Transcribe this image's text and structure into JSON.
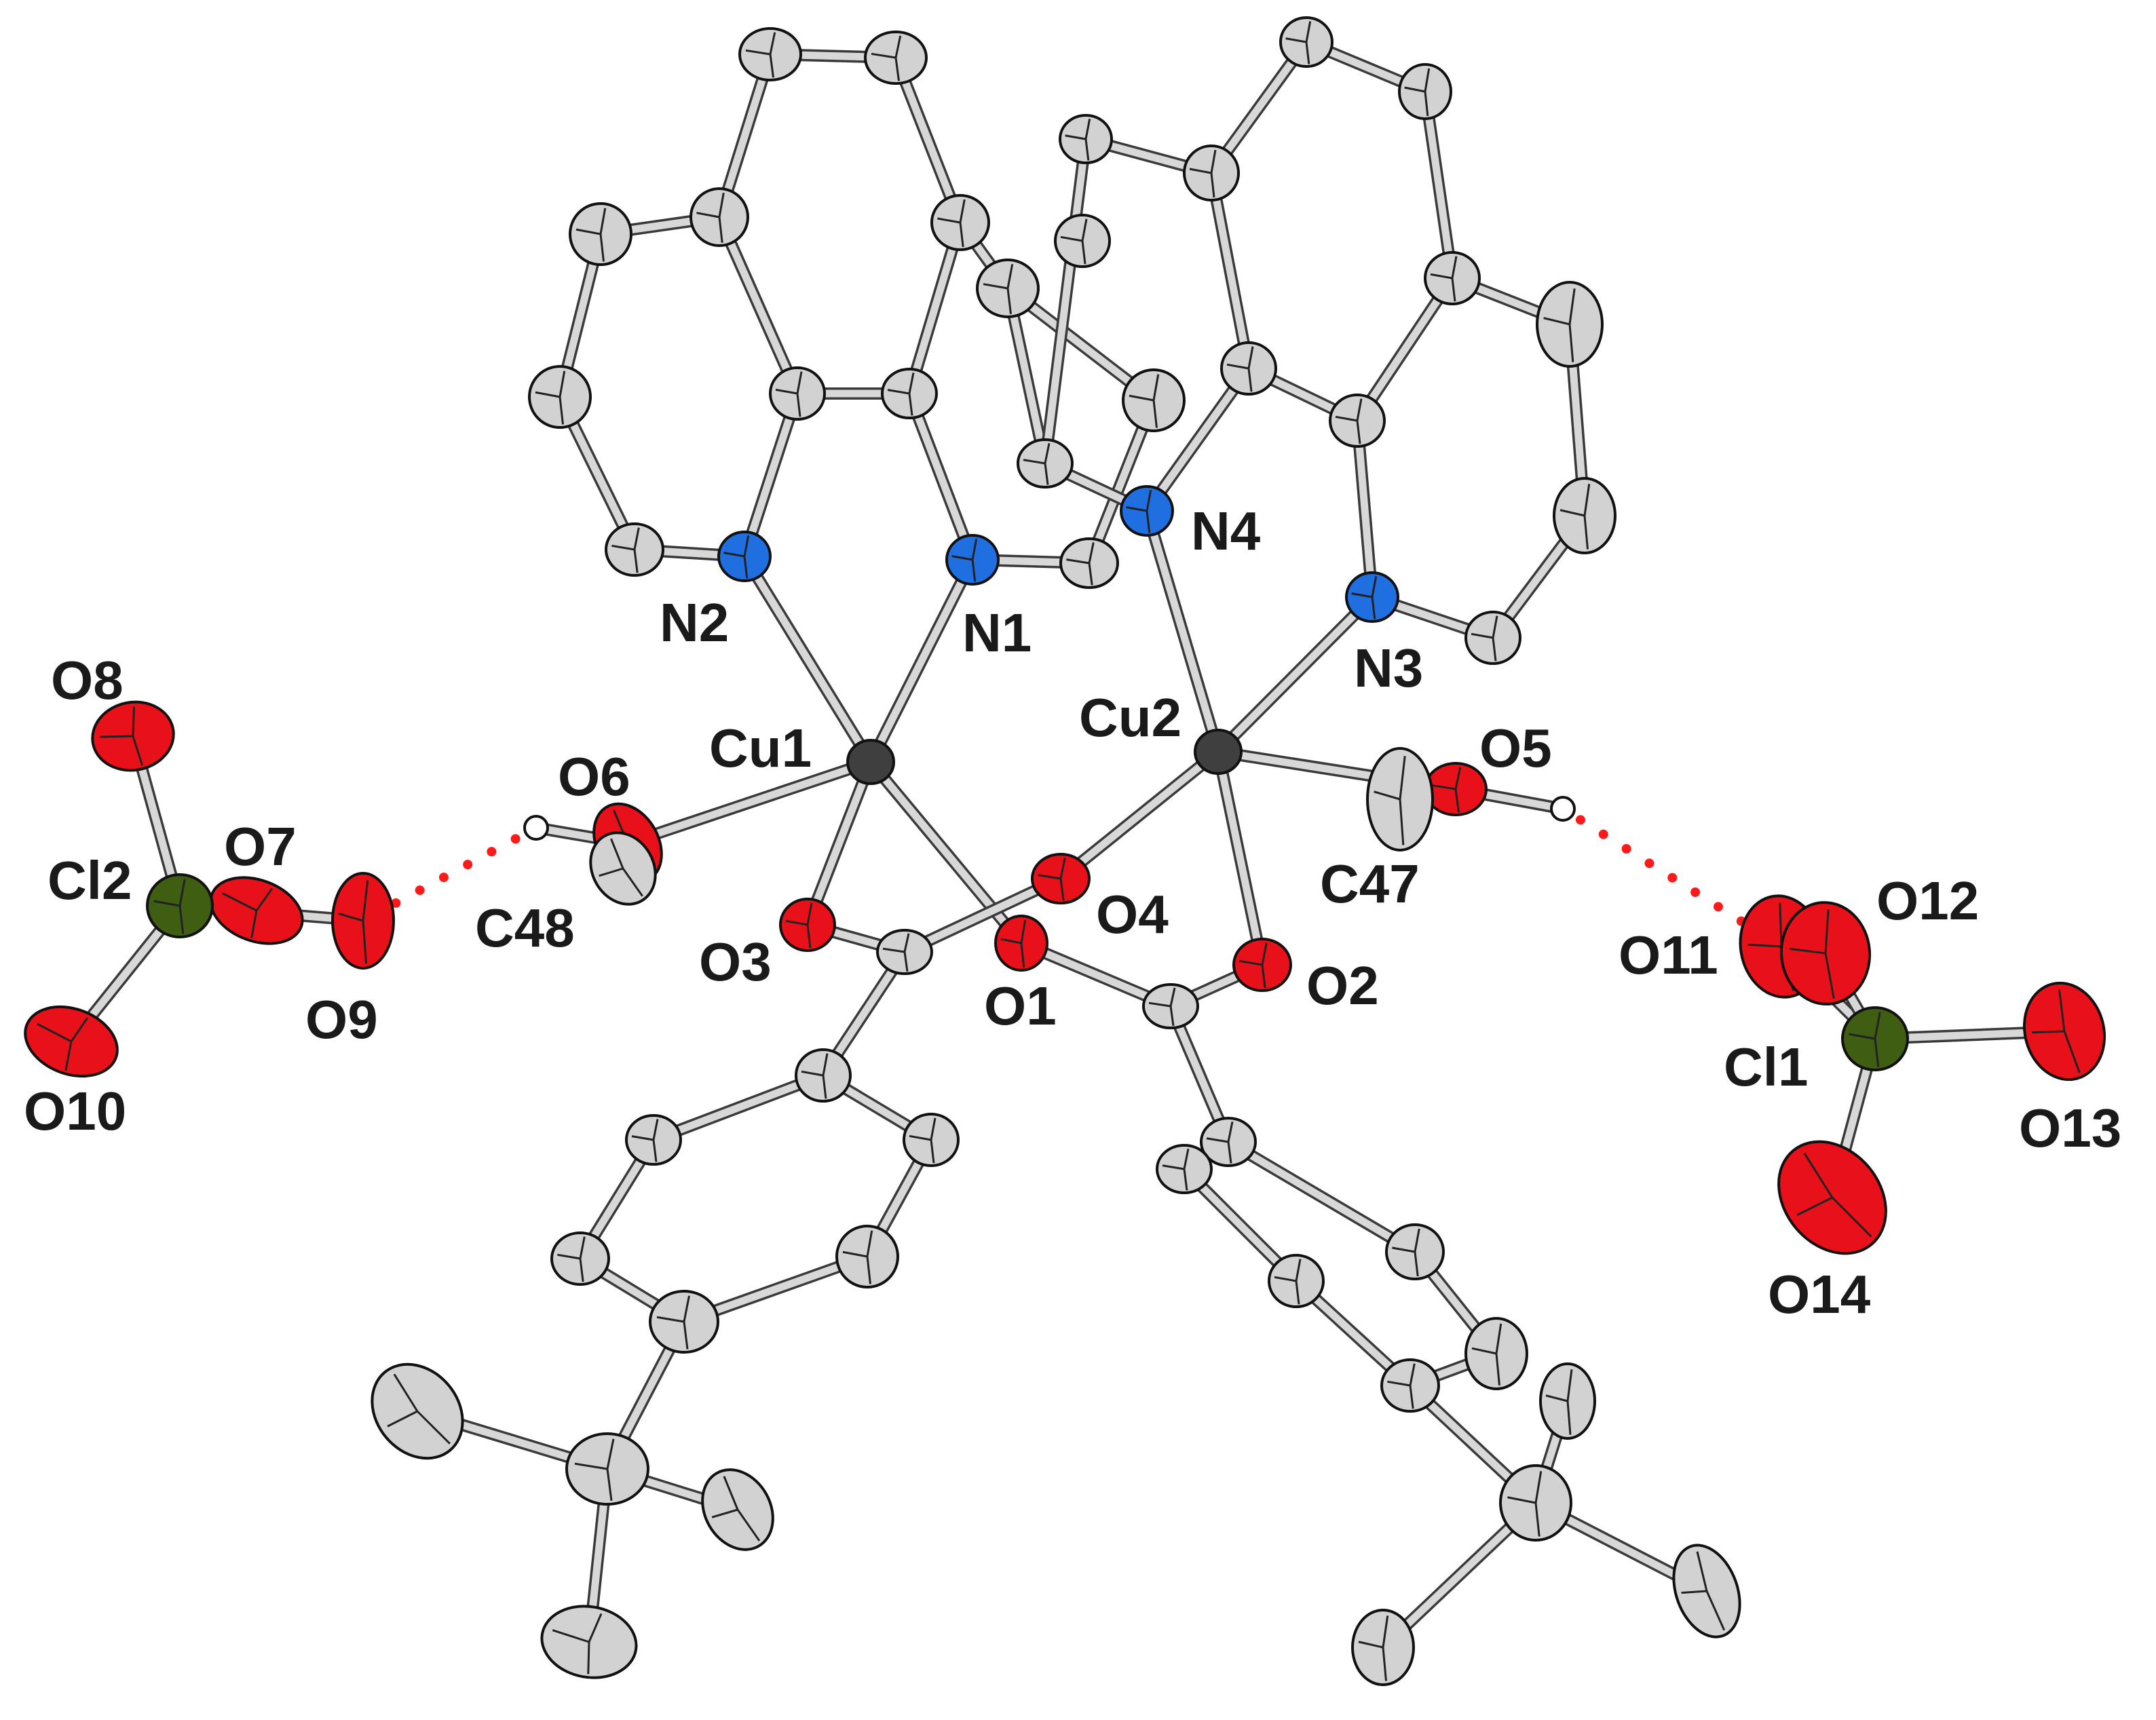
{
  "colors": {
    "C": "#d2d2d2",
    "N": "#1f6fe0",
    "O": "#e8111a",
    "Cu": "#3f3f3f",
    "Cl": "#3f5e12",
    "H": "#ffffff",
    "bond_fill": "#d8d8d8",
    "hbond": "#ff1a1a"
  },
  "labels": {
    "N1": "N1",
    "N2": "N2",
    "N3": "N3",
    "N4": "N4",
    "Cu1": "Cu1",
    "Cu2": "Cu2",
    "O1": "O1",
    "O2": "O2",
    "O3": "O3",
    "O4": "O4",
    "O5": "O5",
    "O6": "O6",
    "O7": "O7",
    "O8": "O8",
    "O9": "O9",
    "O10": "O10",
    "O11": "O11",
    "O12": "O12",
    "O13": "O13",
    "O14": "O14",
    "Cl1": "Cl1",
    "Cl2": "Cl2",
    "C47": "C47",
    "C48": "C48"
  }
}
